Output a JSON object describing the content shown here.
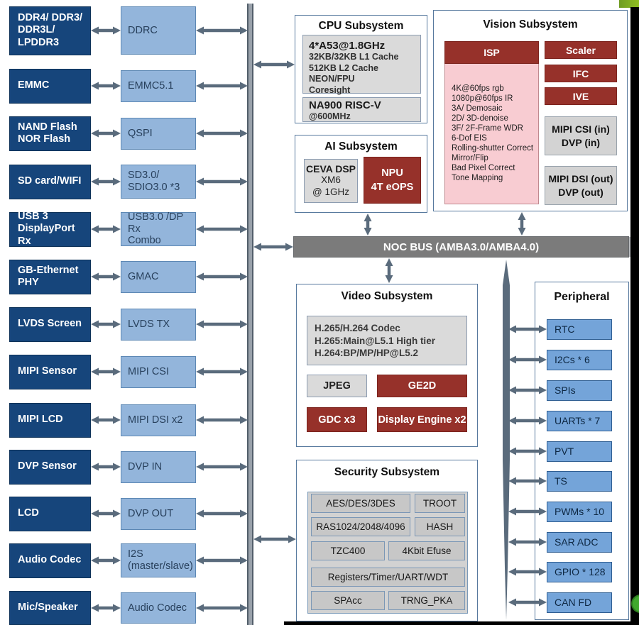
{
  "colors": {
    "navy": "#16457B",
    "ltblue": "#93B5DB",
    "periblue": "#74A4D9",
    "red": "#96312A",
    "pink": "#F8CCD2",
    "busgray": "#7B7B7B",
    "arrow": "#5A6B7C",
    "lime": "#8FBE21",
    "green": "#41A82E"
  },
  "io_rows": [
    {
      "external": "DDR4/ DDR3/\nDDR3L/\nLPDDR3",
      "controller": "DDRC"
    },
    {
      "external": "EMMC",
      "controller": "EMMC5.1"
    },
    {
      "external": "NAND Flash\nNOR Flash",
      "controller": "QSPI"
    },
    {
      "external": "SD card/WIFI",
      "controller": "SD3.0/\nSDIO3.0 *3"
    },
    {
      "external": "USB 3\nDisplayPort Rx",
      "controller": "USB3.0 /DP Rx\nCombo"
    },
    {
      "external": "GB-Ethernet\nPHY",
      "controller": "GMAC"
    },
    {
      "external": "LVDS Screen",
      "controller": "LVDS TX"
    },
    {
      "external": "MIPI Sensor",
      "controller": "MIPI CSI"
    },
    {
      "external": "MIPI LCD",
      "controller": "MIPI DSI x2"
    },
    {
      "external": "DVP Sensor",
      "controller": "DVP IN"
    },
    {
      "external": "LCD",
      "controller": "DVP OUT"
    },
    {
      "external": "Audio Codec",
      "controller": "I2S\n(master/slave)"
    },
    {
      "external": "Mic/Speaker",
      "controller": "Audio Codec"
    }
  ],
  "cpu": {
    "title": "CPU Subsystem",
    "core": {
      "name": "4*A53@1.8GHz",
      "details": "32KB/32KB L1 Cache\n512KB L2 Cache\nNEON/FPU\nCoresight"
    },
    "riscv": {
      "name": "NA900 RISC-V",
      "details": "@600MHz"
    }
  },
  "ai": {
    "title": "AI Subsystem",
    "dsp": {
      "name": "CEVA DSP",
      "details": "XM6\n@ 1GHz"
    },
    "npu": {
      "name": "NPU",
      "details": "4T eOPS"
    }
  },
  "vision": {
    "title": "Vision Subsystem",
    "isp_header": "ISP",
    "isp_features": "4K@60fps rgb\n1080p@60fps IR\n3A/ Demosaic\n2D/ 3D-denoise\n3F/ 2F-Frame WDR\n6-Dof EIS\nRolling-shutter Correct\nMirror/Flip\nBad Pixel Correct\nTone Mapping",
    "accel_blocks": [
      "Scaler",
      "IFC",
      "IVE"
    ],
    "camera_in": "MIPI CSI (in)\nDVP (in)",
    "display_out": "MIPI DSI (out)\nDVP (out)"
  },
  "noc_bus_label": "NOC BUS (AMBA3.0/AMBA4.0)",
  "video": {
    "title": "Video Subsystem",
    "codec": "H.265/H.264 Codec\nH.265:Main@L5.1 High tier\nH.264:BP/MP/HP@L5.2",
    "jpeg": "JPEG",
    "ge2d": "GE2D",
    "gdc": "GDC x3",
    "display_engine": "Display Engine x2"
  },
  "security": {
    "title": "Security Subsystem",
    "chips": [
      "AES/DES/3DES",
      "TROOT",
      "RAS1024/2048/4096",
      "HASH",
      "TZC400",
      "4Kbit Efuse",
      "Registers/Timer/UART/WDT",
      "SPAcc",
      "TRNG_PKA"
    ]
  },
  "peripheral": {
    "title": "Peripheral",
    "items": [
      "RTC",
      "I2Cs * 6",
      "SPIs",
      "UARTs * 7",
      "PVT",
      "TS",
      "PWMs * 10",
      "SAR ADC",
      "GPIO * 128",
      "CAN FD"
    ]
  }
}
